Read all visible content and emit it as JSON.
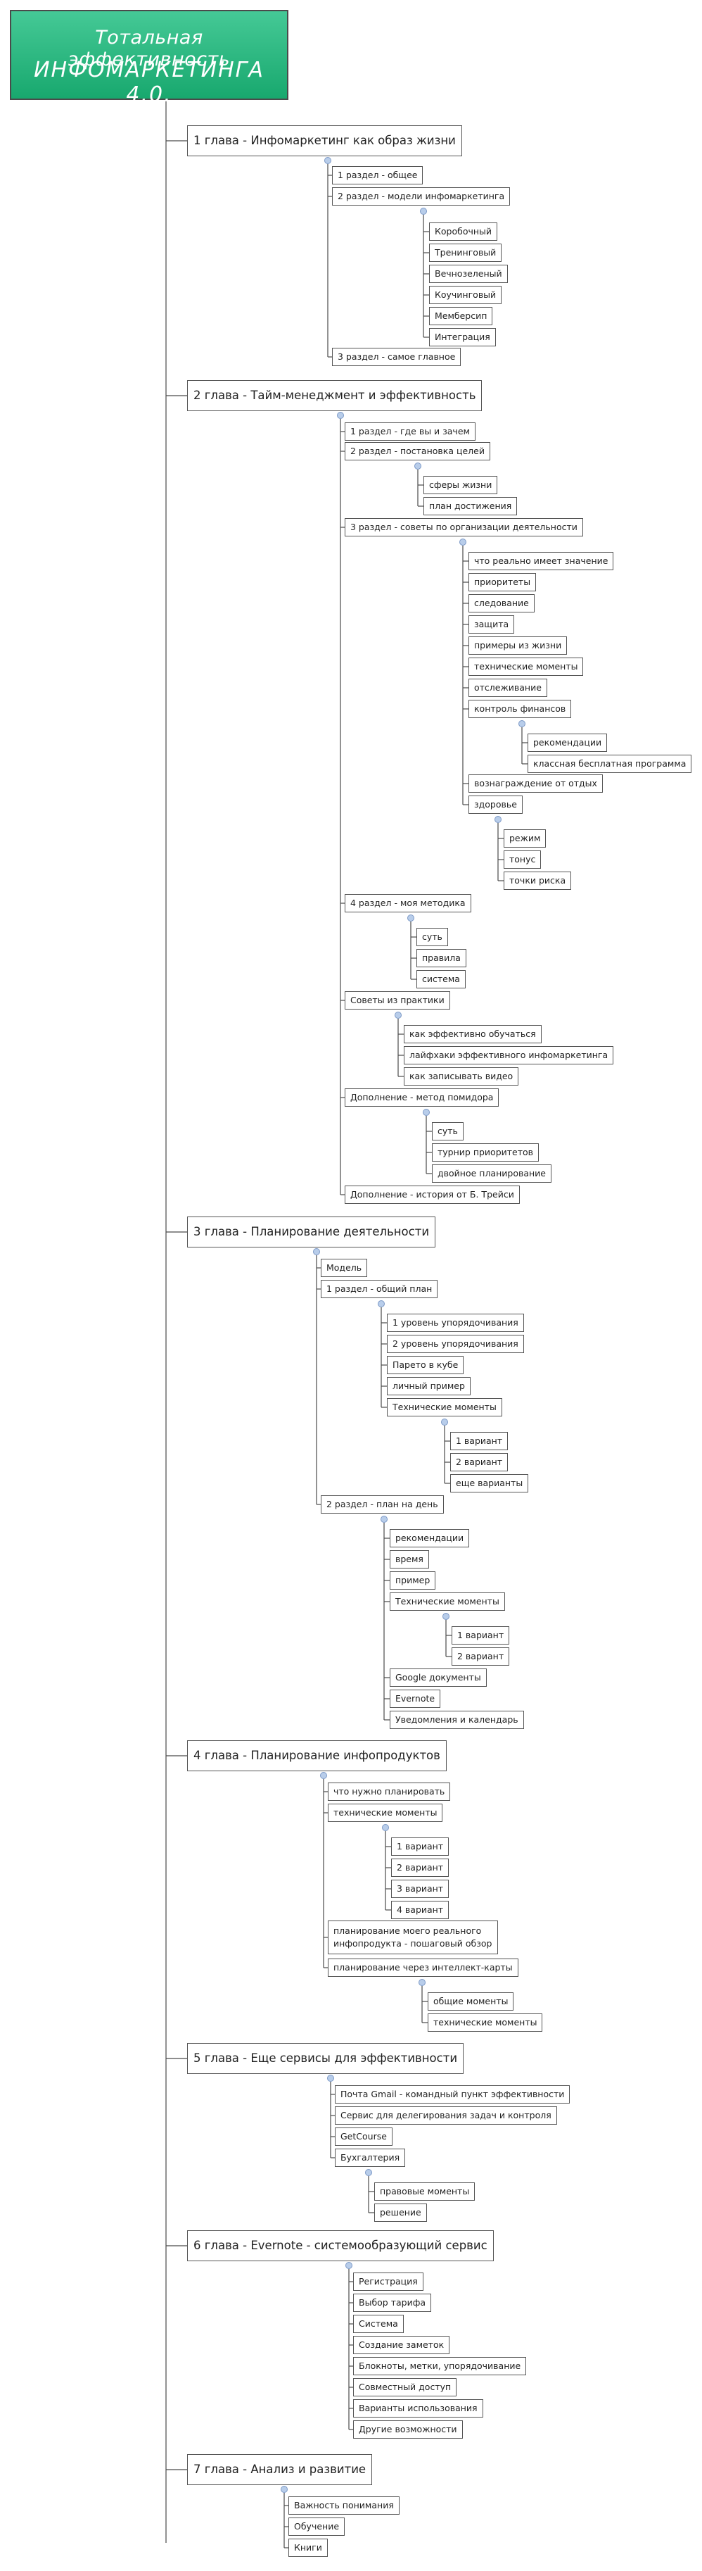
{
  "root": {
    "line1": "Тотальная эффективность",
    "line2": "ИНФОМАРКЕТИНГА 4.0."
  },
  "chapters": [
    {
      "label": "1 глава - Инфомаркетинг как образ жизни"
    },
    {
      "label": "2 глава - Тайм-менеджмент и эффективность"
    },
    {
      "label": "3 глава - Планирование деятельности"
    },
    {
      "label": "4 глава - Планирование инфопродуктов"
    },
    {
      "label": "5 глава - Еще сервисы для эффективности"
    },
    {
      "label": "6 глава - Evernote - системообразующий сервис"
    },
    {
      "label": "7 глава - Анализ и развитие"
    }
  ],
  "nodes": {
    "c1_1": "1 раздел - общее",
    "c1_2": "2 раздел - модели инфомаркетинга",
    "c1_2_1": "Коробочный",
    "c1_2_2": "Тренинговый",
    "c1_2_3": "Вечнозеленый",
    "c1_2_4": "Коучинговый",
    "c1_2_5": "Мемберсип",
    "c1_2_6": "Интеграция",
    "c1_3": "3 раздел - самое главное",
    "c2_1": "1 раздел - где вы и зачем",
    "c2_2": "2 раздел - постановка целей",
    "c2_2_1": "сферы жизни",
    "c2_2_2": "план достижения",
    "c2_3": "3 раздел - советы по организации деятельности",
    "c2_3_1": "что реально имеет значение",
    "c2_3_2": "приоритеты",
    "c2_3_3": "следование",
    "c2_3_4": "защита",
    "c2_3_5": "примеры из жизни",
    "c2_3_6": "технические моменты",
    "c2_3_7": "отслеживание",
    "c2_3_8": "контроль финансов",
    "c2_3_8_1": "рекомендации",
    "c2_3_8_2": "классная бесплатная программа",
    "c2_3_9": "вознаграждение от отдых",
    "c2_3_10": "здоровье",
    "c2_3_10_1": "режим",
    "c2_3_10_2": "тонус",
    "c2_3_10_3": "точки риска",
    "c2_4": "4 раздел - моя методика",
    "c2_4_1": "суть",
    "c2_4_2": "правила",
    "c2_4_3": "система",
    "c2_5": "Советы из практики",
    "c2_5_1": "как эффективно обучаться",
    "c2_5_2": "лайфхаки эффективного инфомаркетинга",
    "c2_5_3": "как записывать видео",
    "c2_6": "Дополнение - метод помидора",
    "c2_6_1": "суть",
    "c2_6_2": "турнир приоритетов",
    "c2_6_3": "двойное планирование",
    "c2_7": "Дополнение - история от Б. Трейси",
    "c3_1": "Модель",
    "c3_2": "1 раздел - общий план",
    "c3_2_1": "1 уровень упорядочивания",
    "c3_2_2": "2 уровень упорядочивания",
    "c3_2_3": "Парето в кубе",
    "c3_2_4": "личный пример",
    "c3_2_5": "Технические моменты",
    "c3_2_5_1": "1 вариант",
    "c3_2_5_2": "2 вариант",
    "c3_2_5_3": "еще варианты",
    "c3_3": "2 раздел - план на день",
    "c3_3_1": "рекомендации",
    "c3_3_2": "время",
    "c3_3_3": "пример",
    "c3_3_4": "Технические моменты",
    "c3_3_4_1": "1 вариант",
    "c3_3_4_2": "2 вариант",
    "c3_3_5": "Google документы",
    "c3_3_6": "Evernote",
    "c3_3_7": "Уведомления и календарь",
    "c4_1": "что нужно планировать",
    "c4_2": "технические моменты",
    "c4_2_1": "1 вариант",
    "c4_2_2": "2 вариант",
    "c4_2_3": "3 вариант",
    "c4_2_4": "4 вариант",
    "c4_3": "планирование моего реального инфопродукта - пошаговый обзор",
    "c4_4": "планирование через интеллект-карты",
    "c4_4_1": "общие моменты",
    "c4_4_2": "технические моменты",
    "c5_1": "Почта Gmail - командный пункт эффективности",
    "c5_2": "Сервис для делегирования задач и контроля",
    "c5_3": "GetCourse",
    "c5_4": "Бухгалтерия",
    "c5_4_1": "правовые моменты",
    "c5_4_2": "решение",
    "c6_1": "Регистрация",
    "c6_2": "Выбор тарифа",
    "c6_3": "Система",
    "c6_4": "Создание заметок",
    "c6_5": "Блокноты, метки, упорядочивание",
    "c6_6": "Совместный доступ",
    "c6_7": "Варианты использования",
    "c6_8": "Другие возможности",
    "c7_1": "Важность понимания",
    "c7_2": "Обучение",
    "c7_3": "Книги"
  },
  "colors": {
    "root_top": "#45c996",
    "root_bottom": "#18a86e",
    "connector": "#b8cdea",
    "line": "#4a4a4a"
  }
}
